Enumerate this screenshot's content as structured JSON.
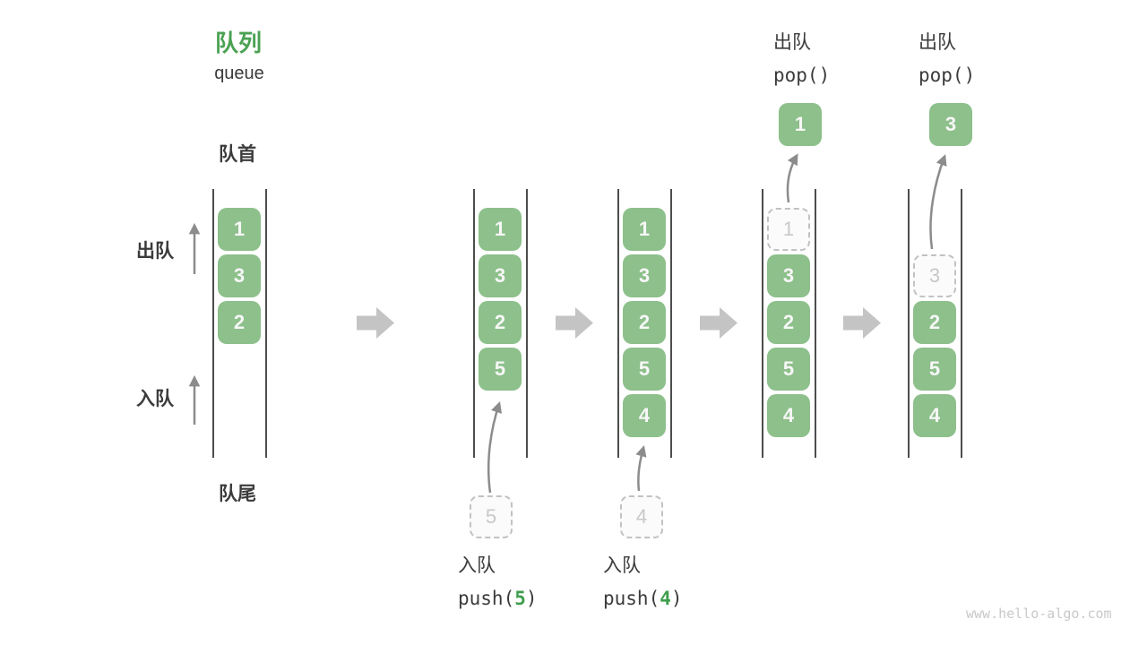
{
  "title": {
    "zh": "队列",
    "en": "queue"
  },
  "side_labels": {
    "front": "队首",
    "rear": "队尾",
    "dequeue": "出队",
    "enqueue": "入队"
  },
  "watermark": "www.hello-algo.com",
  "colors": {
    "cell_green": "#8dc08b",
    "cell_text": "#f7f7f7",
    "accent_green": "#4aa152",
    "code_arg_green": "#3f9e4c",
    "dark_text": "#3b3b3b",
    "thin_arrow_gray": "#8c8c8c",
    "block_arrow_gray": "#c4c4c4",
    "dashed_border_gray": "#c2c2c2",
    "wall_gray": "#4d4d4d"
  },
  "states": [
    {
      "cells": [
        {
          "value": "1",
          "slot": 0,
          "variant": "solid"
        },
        {
          "value": "3",
          "slot": 1,
          "variant": "solid"
        },
        {
          "value": "2",
          "slot": 2,
          "variant": "solid"
        }
      ]
    },
    {
      "cells": [
        {
          "value": "1",
          "slot": 0,
          "variant": "solid"
        },
        {
          "value": "3",
          "slot": 1,
          "variant": "solid"
        },
        {
          "value": "2",
          "slot": 2,
          "variant": "solid"
        },
        {
          "value": "5",
          "slot": 3,
          "variant": "solid"
        }
      ],
      "source_cell": {
        "value": "5"
      },
      "operation": {
        "label": "入队",
        "code_pre": "push(",
        "code_arg": "5",
        "code_post": ")"
      }
    },
    {
      "cells": [
        {
          "value": "1",
          "slot": 0,
          "variant": "solid"
        },
        {
          "value": "3",
          "slot": 1,
          "variant": "solid"
        },
        {
          "value": "2",
          "slot": 2,
          "variant": "solid"
        },
        {
          "value": "5",
          "slot": 3,
          "variant": "solid"
        },
        {
          "value": "4",
          "slot": 4,
          "variant": "solid"
        }
      ],
      "source_cell": {
        "value": "4"
      },
      "operation": {
        "label": "入队",
        "code_pre": "push(",
        "code_arg": "4",
        "code_post": ")"
      }
    },
    {
      "cells": [
        {
          "value": "1",
          "slot": 0,
          "variant": "dashed"
        },
        {
          "value": "3",
          "slot": 1,
          "variant": "solid"
        },
        {
          "value": "2",
          "slot": 2,
          "variant": "solid"
        },
        {
          "value": "5",
          "slot": 3,
          "variant": "solid"
        },
        {
          "value": "4",
          "slot": 4,
          "variant": "solid"
        }
      ],
      "popped_cell": {
        "value": "1"
      },
      "operation": {
        "label": "出队",
        "code_pre": "pop(",
        "code_arg": "",
        "code_post": ")"
      }
    },
    {
      "cells": [
        {
          "value": "3",
          "slot": 1,
          "variant": "dashed"
        },
        {
          "value": "2",
          "slot": 2,
          "variant": "solid"
        },
        {
          "value": "5",
          "slot": 3,
          "variant": "solid"
        },
        {
          "value": "4",
          "slot": 4,
          "variant": "solid"
        }
      ],
      "popped_cell": {
        "value": "3"
      },
      "operation": {
        "label": "出队",
        "code_pre": "pop(",
        "code_arg": "",
        "code_post": ")"
      }
    }
  ]
}
